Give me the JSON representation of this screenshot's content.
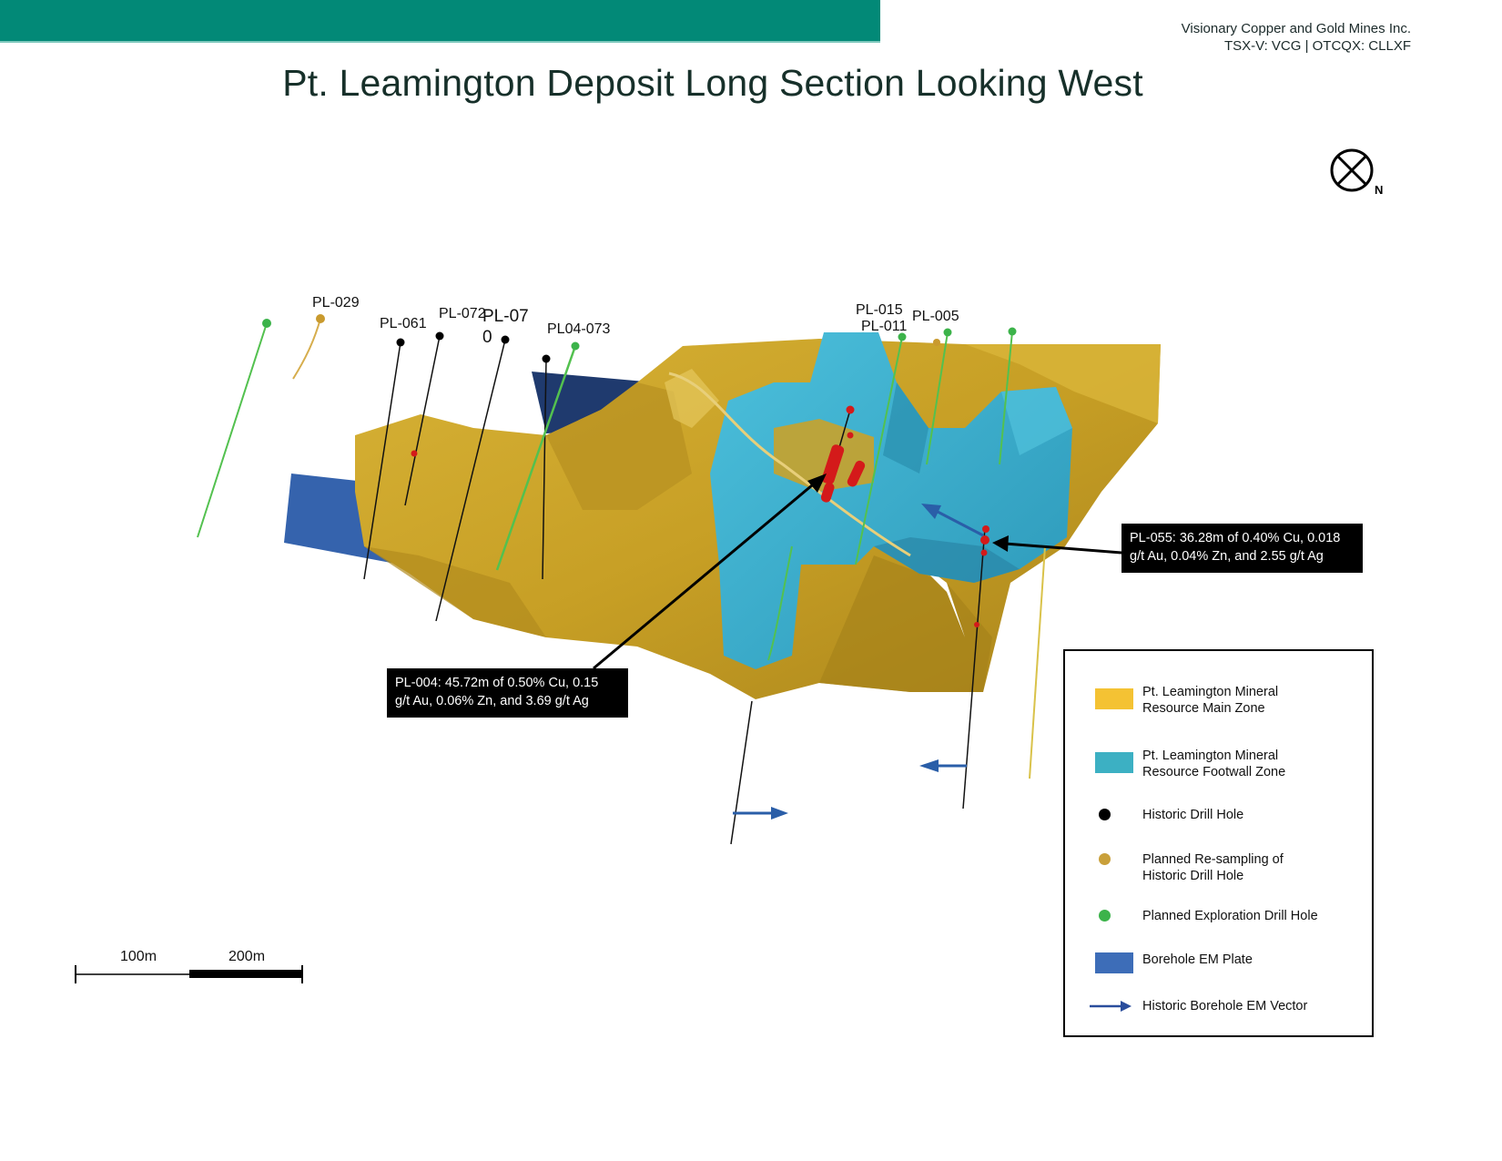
{
  "header": {
    "company_name": "Visionary Copper and Gold Mines Inc.",
    "tickers": "TSX-V: VCG | OTCQX: CLLXF",
    "accent_color": "#028977"
  },
  "title": "Pt. Leamington Deposit Long Section Looking West",
  "north_arrow": {
    "icon": "north-arrow-icon",
    "label": "N"
  },
  "drill_holes": [
    {
      "id": "planned-green-far-left",
      "label": "",
      "type": "planned_exploration",
      "color": "#4cb84a"
    },
    {
      "id": "PL-029",
      "label": "PL-029",
      "type": "planned_resampling",
      "color": "#c9a03a"
    },
    {
      "id": "PL-061",
      "label": "PL-061",
      "type": "historic",
      "color": "#000000"
    },
    {
      "id": "PL-072",
      "label": "PL-072",
      "type": "historic",
      "color": "#000000"
    },
    {
      "id": "PL-070",
      "label_line1": "PL-07",
      "label_line2": "0",
      "type": "historic",
      "color": "#000000"
    },
    {
      "id": "PL04-073",
      "label": "PL04-073",
      "type": "planned_exploration",
      "color": "#4cb84a"
    },
    {
      "id": "PL-015",
      "label": "PL-015",
      "type": "planned_exploration",
      "color": "#4cb84a"
    },
    {
      "id": "PL-011",
      "label": "PL-011",
      "type": "planned_exploration",
      "color": "#4cb84a"
    },
    {
      "id": "PL-005",
      "label": "PL-005",
      "type": "planned_exploration",
      "color": "#4cb84a"
    }
  ],
  "callouts": {
    "pl004": {
      "line1": "PL-004: 45.72m of 0.50% Cu, 0.15",
      "line2": "g/t Au, 0.06% Zn, and 3.69 g/t Ag"
    },
    "pl055": {
      "line1": "PL-055: 36.28m of 0.40% Cu, 0.018",
      "line2": "g/t Au, 0.04% Zn, and 2.55 g/t Ag"
    }
  },
  "legend": {
    "items": [
      {
        "symbol": "swatch",
        "color": "#f4c233",
        "line1": "Pt. Leamington Mineral",
        "line2": "Resource Main Zone"
      },
      {
        "symbol": "swatch",
        "color": "#3cb0c3",
        "line1": "Pt. Leamington Mineral",
        "line2": "Resource Footwall Zone"
      },
      {
        "symbol": "dot",
        "color": "#000000",
        "line1": "Historic Drill Hole",
        "line2": ""
      },
      {
        "symbol": "dot",
        "color": "#c9a03a",
        "line1": "Planned Re-sampling of",
        "line2": "Historic Drill Hole"
      },
      {
        "symbol": "dot",
        "color": "#3cb34a",
        "line1": "Planned Exploration Drill Hole",
        "line2": ""
      },
      {
        "symbol": "swatch",
        "color": "#3d6db8",
        "line1": "Borehole EM Plate",
        "line2": ""
      },
      {
        "symbol": "arrow",
        "color": "#2a4d9c",
        "line1": "Historic Borehole EM Vector",
        "line2": ""
      }
    ]
  },
  "scale_bar": {
    "label_1": "100m",
    "label_2": "200m"
  },
  "colors": {
    "main_zone": "#c9a22a",
    "main_zone_light": "#e0bb3c",
    "main_zone_dark": "#9c7a18",
    "footwall_zone": "#3cabc9",
    "footwall_dark": "#2a8fae",
    "em_plate": "#3460a8",
    "em_plate_dark": "#1f3a6e",
    "em_vector": "#2a5ea8",
    "intercept": "#d41a1a"
  }
}
